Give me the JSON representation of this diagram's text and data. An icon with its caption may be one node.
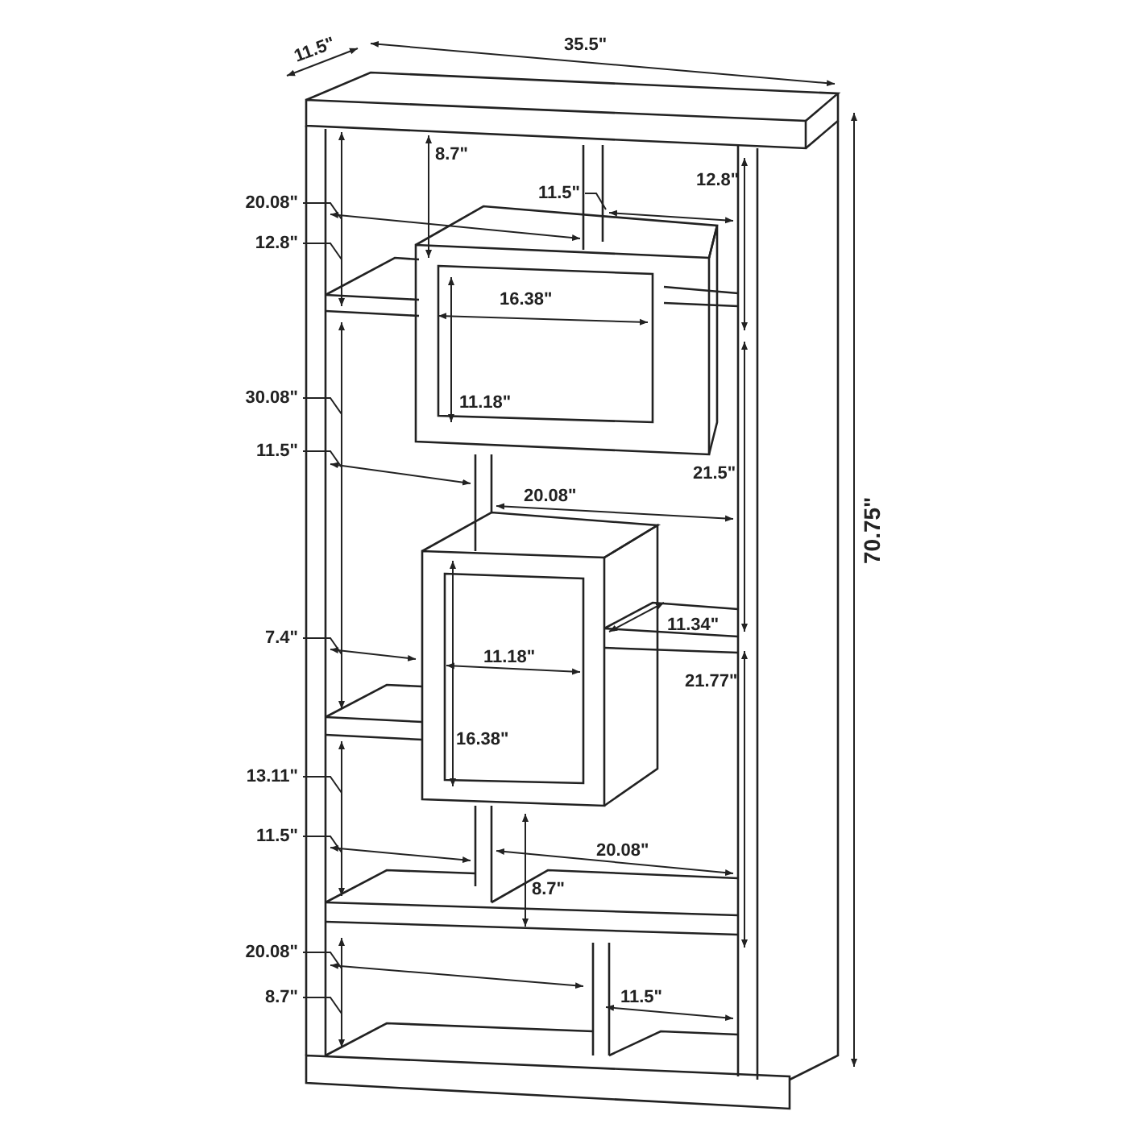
{
  "diagram": {
    "labels": [
      "11.5\"",
      "35.5\"",
      "8.7\"",
      "20.08\"",
      "11.5\"",
      "12.8\"",
      "12.8\"",
      "16.38\"",
      "30.08\"",
      "11.18\"",
      "21.5\"",
      "11.5\"",
      "20.08\"",
      "70.75\"",
      "11.34\"",
      "7.4\"",
      "11.18\"",
      "21.77\"",
      "16.38\"",
      "13.11\"",
      "11.5\"",
      "20.08\"",
      "8.7\"",
      "20.08\"",
      "8.7\"",
      "11.5\""
    ]
  }
}
